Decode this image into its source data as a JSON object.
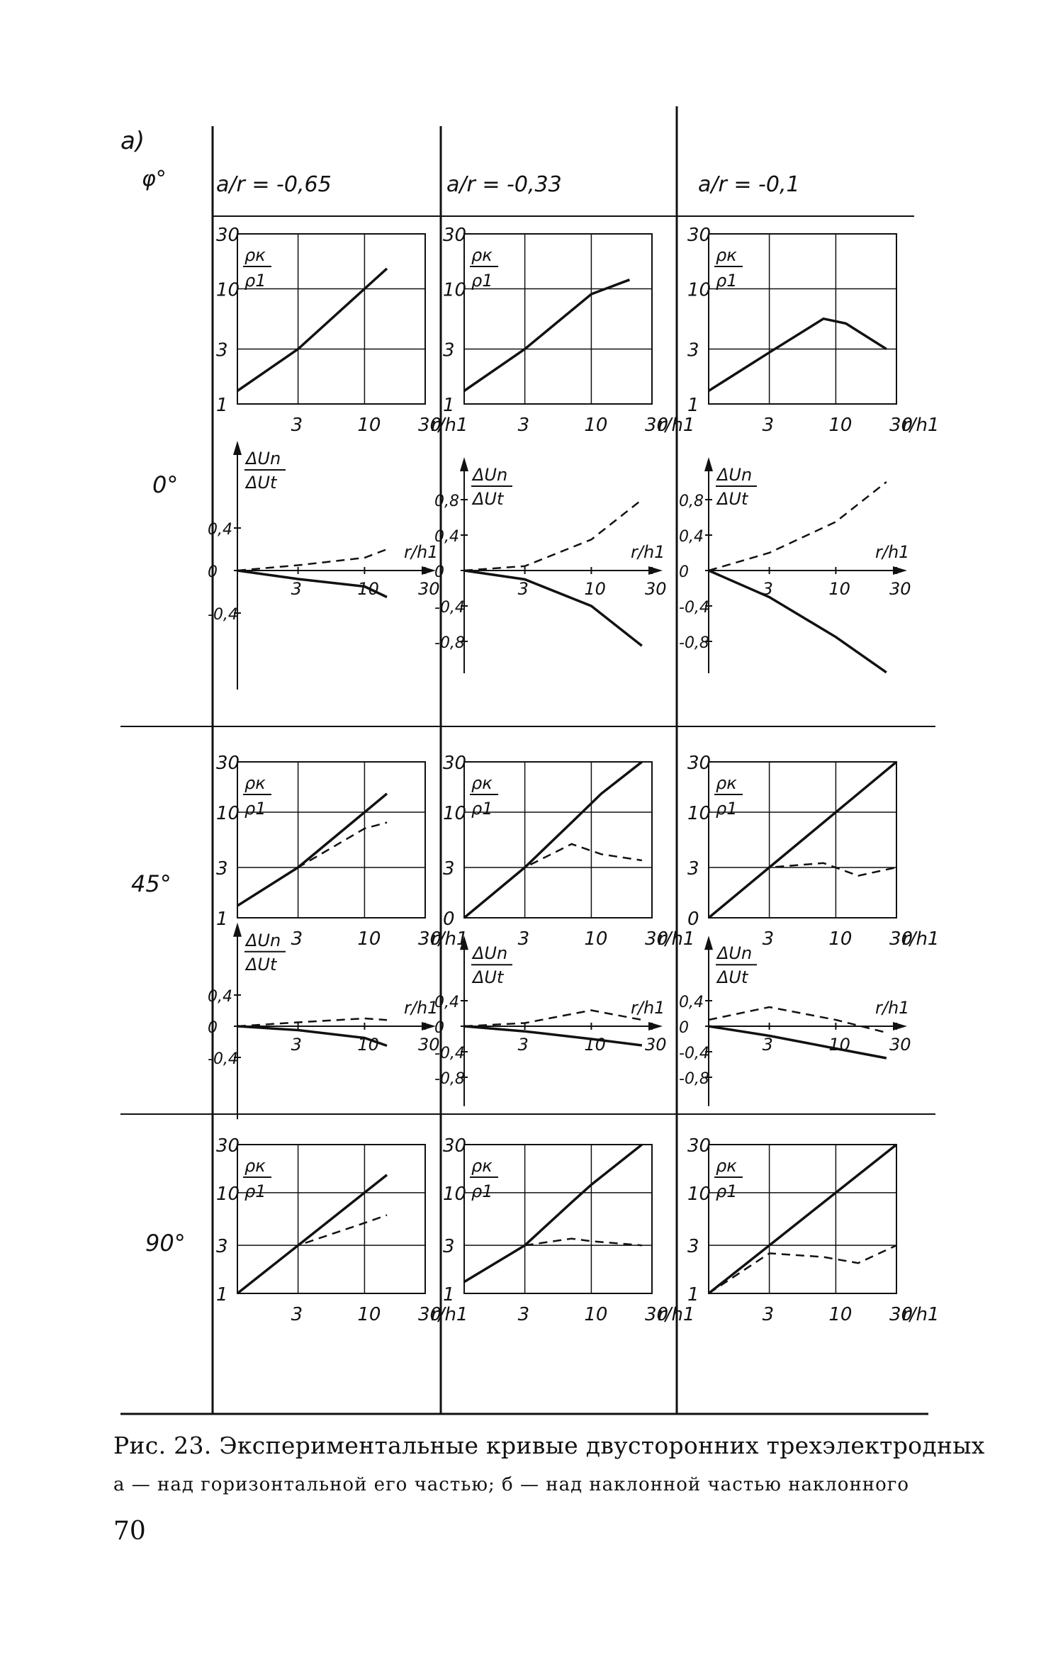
{
  "figure": {
    "panel_letter": "a)",
    "phi_header": "φ°",
    "column_headers": [
      "a/r = -0,65",
      "a/r = -0,33",
      "a/r = -0,1"
    ],
    "row_labels": [
      "0°",
      "45°",
      "90°"
    ],
    "rho_label_top": "ρк",
    "rho_label_bottom": "ρ1",
    "du_label_top": "ΔUn",
    "du_label_bottom": "ΔUt",
    "x_axis_label": "r/h1",
    "rho_ticks_y": [
      "1",
      "3",
      "10",
      "30"
    ],
    "rho_ticks_y_with_zero": [
      "0",
      "3",
      "10",
      "30"
    ],
    "x_ticks": [
      "3",
      "10",
      "30"
    ],
    "du_ticks_wide": [
      "0,8",
      "0,4",
      "0",
      "-0,4",
      "-0,8"
    ],
    "du_ticks_narrow": [
      "0,4",
      "0",
      "-0,4"
    ],
    "du_ticks_mid": [
      "0,4",
      "0",
      "-0,4",
      "-0,8"
    ]
  },
  "chart_data": [
    {
      "type": "line",
      "panel": "φ=0°, a/r=-0,65, ρк/ρ1",
      "x": [
        1,
        3,
        10,
        15
      ],
      "series": [
        {
          "style": "solid",
          "values": [
            1.3,
            3,
            10,
            15
          ]
        }
      ],
      "xscale": "log",
      "yscale": "log",
      "ylim": [
        1,
        30
      ]
    },
    {
      "type": "line",
      "panel": "φ=0°, a/r=-0,33, ρк/ρ1",
      "x": [
        1,
        3,
        10,
        20
      ],
      "series": [
        {
          "style": "solid",
          "values": [
            1.3,
            3,
            9,
            12
          ]
        }
      ],
      "xscale": "log",
      "yscale": "log",
      "ylim": [
        1,
        30
      ]
    },
    {
      "type": "line",
      "panel": "φ=0°, a/r=-0,1, ρк/ρ1",
      "x": [
        1,
        3,
        8,
        12,
        25
      ],
      "series": [
        {
          "style": "solid",
          "values": [
            1.3,
            2.8,
            5.5,
            5.0,
            3
          ]
        }
      ],
      "xscale": "log",
      "yscale": "log",
      "ylim": [
        1,
        30
      ]
    },
    {
      "type": "line",
      "panel": "φ=0°, a/r=-0,65, ΔUn/ΔUt",
      "x": [
        1,
        3,
        10,
        15
      ],
      "series": [
        {
          "style": "dashed",
          "values": [
            0,
            0.05,
            0.12,
            0.2
          ]
        },
        {
          "style": "solid",
          "values": [
            0,
            -0.08,
            -0.15,
            -0.25
          ]
        }
      ],
      "xscale": "log"
    },
    {
      "type": "line",
      "panel": "φ=0°, a/r=-0,33, ΔUn/ΔUt",
      "x": [
        1,
        3,
        10,
        25
      ],
      "series": [
        {
          "style": "dashed",
          "values": [
            0,
            0.05,
            0.35,
            0.8
          ]
        },
        {
          "style": "solid",
          "values": [
            0,
            -0.1,
            -0.4,
            -0.85
          ]
        }
      ],
      "xscale": "log"
    },
    {
      "type": "line",
      "panel": "φ=0°, a/r=-0,1, ΔUn/ΔUt",
      "x": [
        1,
        3,
        10,
        25
      ],
      "series": [
        {
          "style": "dashed",
          "values": [
            0,
            0.2,
            0.55,
            1.0
          ]
        },
        {
          "style": "solid",
          "values": [
            0,
            -0.3,
            -0.75,
            -1.15
          ]
        }
      ],
      "xscale": "log"
    },
    {
      "type": "line",
      "panel": "φ=45°, a/r=-0,65, ρк/ρ1",
      "x": [
        1,
        3,
        10,
        15
      ],
      "series": [
        {
          "style": "solid",
          "values": [
            1.3,
            3,
            10,
            15
          ]
        },
        {
          "style": "dashed",
          "values": [
            1.3,
            3,
            7,
            8
          ]
        }
      ],
      "xscale": "log",
      "yscale": "log"
    },
    {
      "type": "line",
      "panel": "φ=45°, a/r=-0,33, ρк/ρ1",
      "x": [
        1,
        3,
        7,
        12,
        25
      ],
      "series": [
        {
          "style": "solid",
          "values": [
            1,
            3,
            8,
            15,
            30
          ]
        },
        {
          "style": "dashed",
          "values": [
            1,
            3,
            5,
            4,
            3.5
          ]
        }
      ],
      "xscale": "log",
      "yscale": "log"
    },
    {
      "type": "line",
      "panel": "φ=45°, a/r=-0,1, ρк/ρ1",
      "x": [
        1,
        3,
        8,
        15,
        30
      ],
      "series": [
        {
          "style": "solid",
          "values": [
            1,
            3,
            8,
            15,
            30
          ]
        },
        {
          "style": "dashed",
          "values": [
            1,
            3,
            3.3,
            2.5,
            3
          ]
        }
      ],
      "xscale": "log",
      "yscale": "log"
    },
    {
      "type": "line",
      "panel": "φ=45°, a/r=-0,65, ΔUn/ΔUt",
      "x": [
        1,
        3,
        10,
        15
      ],
      "series": [
        {
          "style": "dashed",
          "values": [
            0,
            0.05,
            0.1,
            0.08
          ]
        },
        {
          "style": "solid",
          "values": [
            0,
            -0.05,
            -0.15,
            -0.25
          ]
        }
      ],
      "xscale": "log"
    },
    {
      "type": "line",
      "panel": "φ=45°, a/r=-0,33, ΔUn/ΔUt",
      "x": [
        1,
        3,
        10,
        25
      ],
      "series": [
        {
          "style": "dashed",
          "values": [
            0,
            0.05,
            0.25,
            0.1
          ]
        },
        {
          "style": "solid",
          "values": [
            0,
            -0.08,
            -0.2,
            -0.3
          ]
        }
      ],
      "xscale": "log"
    },
    {
      "type": "line",
      "panel": "φ=45°, a/r=-0,1, ΔUn/ΔUt",
      "x": [
        1,
        3,
        10,
        25
      ],
      "series": [
        {
          "style": "dashed",
          "values": [
            0.1,
            0.3,
            0.1,
            -0.1
          ]
        },
        {
          "style": "solid",
          "values": [
            0,
            -0.15,
            -0.35,
            -0.5
          ]
        }
      ],
      "xscale": "log"
    },
    {
      "type": "line",
      "panel": "φ=90°, a/r=-0,65, ρк/ρ1",
      "x": [
        1,
        3,
        10,
        15
      ],
      "series": [
        {
          "style": "solid",
          "values": [
            1,
            3,
            10,
            15
          ]
        },
        {
          "style": "dashed",
          "values": [
            1,
            3,
            5,
            6
          ]
        }
      ],
      "xscale": "log",
      "yscale": "log"
    },
    {
      "type": "line",
      "panel": "φ=90°, a/r=-0,33, ρк/ρ1",
      "x": [
        1,
        3,
        7,
        10,
        25
      ],
      "series": [
        {
          "style": "solid",
          "values": [
            1.3,
            3,
            8,
            12,
            30
          ]
        },
        {
          "style": "dashed",
          "values": [
            1.3,
            3,
            3.5,
            3.3,
            3
          ]
        }
      ],
      "xscale": "log",
      "yscale": "log"
    },
    {
      "type": "line",
      "panel": "φ=90°, a/r=-0,1, ρк/ρ1",
      "x": [
        1,
        3,
        8,
        15,
        30
      ],
      "series": [
        {
          "style": "solid",
          "values": [
            1,
            3,
            8,
            15,
            30
          ]
        },
        {
          "style": "dashed",
          "values": [
            1,
            2.5,
            2.3,
            2,
            3
          ]
        }
      ],
      "xscale": "log",
      "yscale": "log"
    }
  ],
  "caption": {
    "line1": "Рис. 23. Экспериментальные кривые двусторонних  трехэлектродных",
    "line2": "а — над горизонтальной его частью; б — над наклонной  частью наклонного"
  },
  "page_number": "70"
}
